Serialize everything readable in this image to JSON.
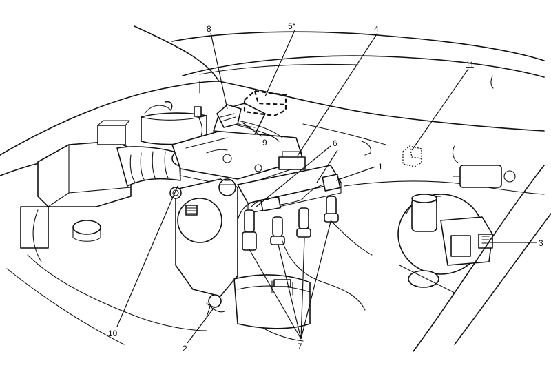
{
  "callouts": {
    "c1": "1",
    "c2": "2",
    "c3": "3",
    "c4": "4",
    "c5": "5*",
    "c6": "6",
    "c7": "7",
    "c8": "8",
    "c9": "9",
    "c10": "10",
    "c11": "11"
  }
}
